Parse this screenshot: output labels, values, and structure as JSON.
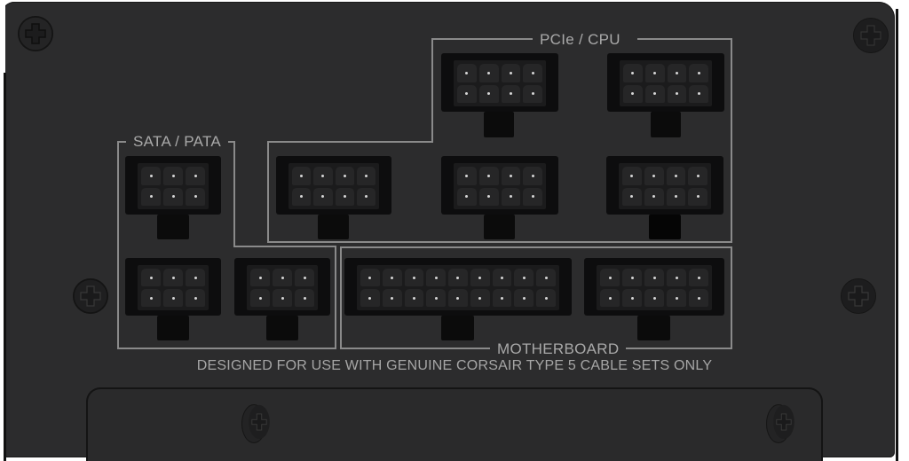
{
  "device": "PSU modular connector panel",
  "labels": {
    "pcie_cpu": "PCIe / CPU",
    "sata_pata": "SATA / PATA",
    "motherboard": "MOTHERBOARD",
    "notice": "DESIGNED FOR USE WITH GENUINE CORSAIR TYPE 5 CABLE SETS ONLY"
  },
  "connectors": {
    "pcie_cpu": [
      {
        "id": "pcie-1",
        "pins": 8
      },
      {
        "id": "pcie-2",
        "pins": 8
      },
      {
        "id": "pcie-3",
        "pins": 8
      },
      {
        "id": "pcie-4",
        "pins": 8
      },
      {
        "id": "pcie-5",
        "pins": 8
      }
    ],
    "sata_pata": [
      {
        "id": "sata-1",
        "pins": 6
      },
      {
        "id": "sata-2",
        "pins": 6
      },
      {
        "id": "sata-3",
        "pins": 6
      }
    ],
    "motherboard": [
      {
        "id": "mb-18",
        "pins": 18
      },
      {
        "id": "mb-10",
        "pins": 10
      }
    ]
  },
  "colors": {
    "panel": "#2c2c2d",
    "outline": "#8a8a8a",
    "text": "#a9a9a9",
    "connector": "#0d0d0e"
  },
  "screws": [
    "top-left",
    "top-right",
    "mid-left",
    "mid-right",
    "bottom-left",
    "bottom-right"
  ]
}
